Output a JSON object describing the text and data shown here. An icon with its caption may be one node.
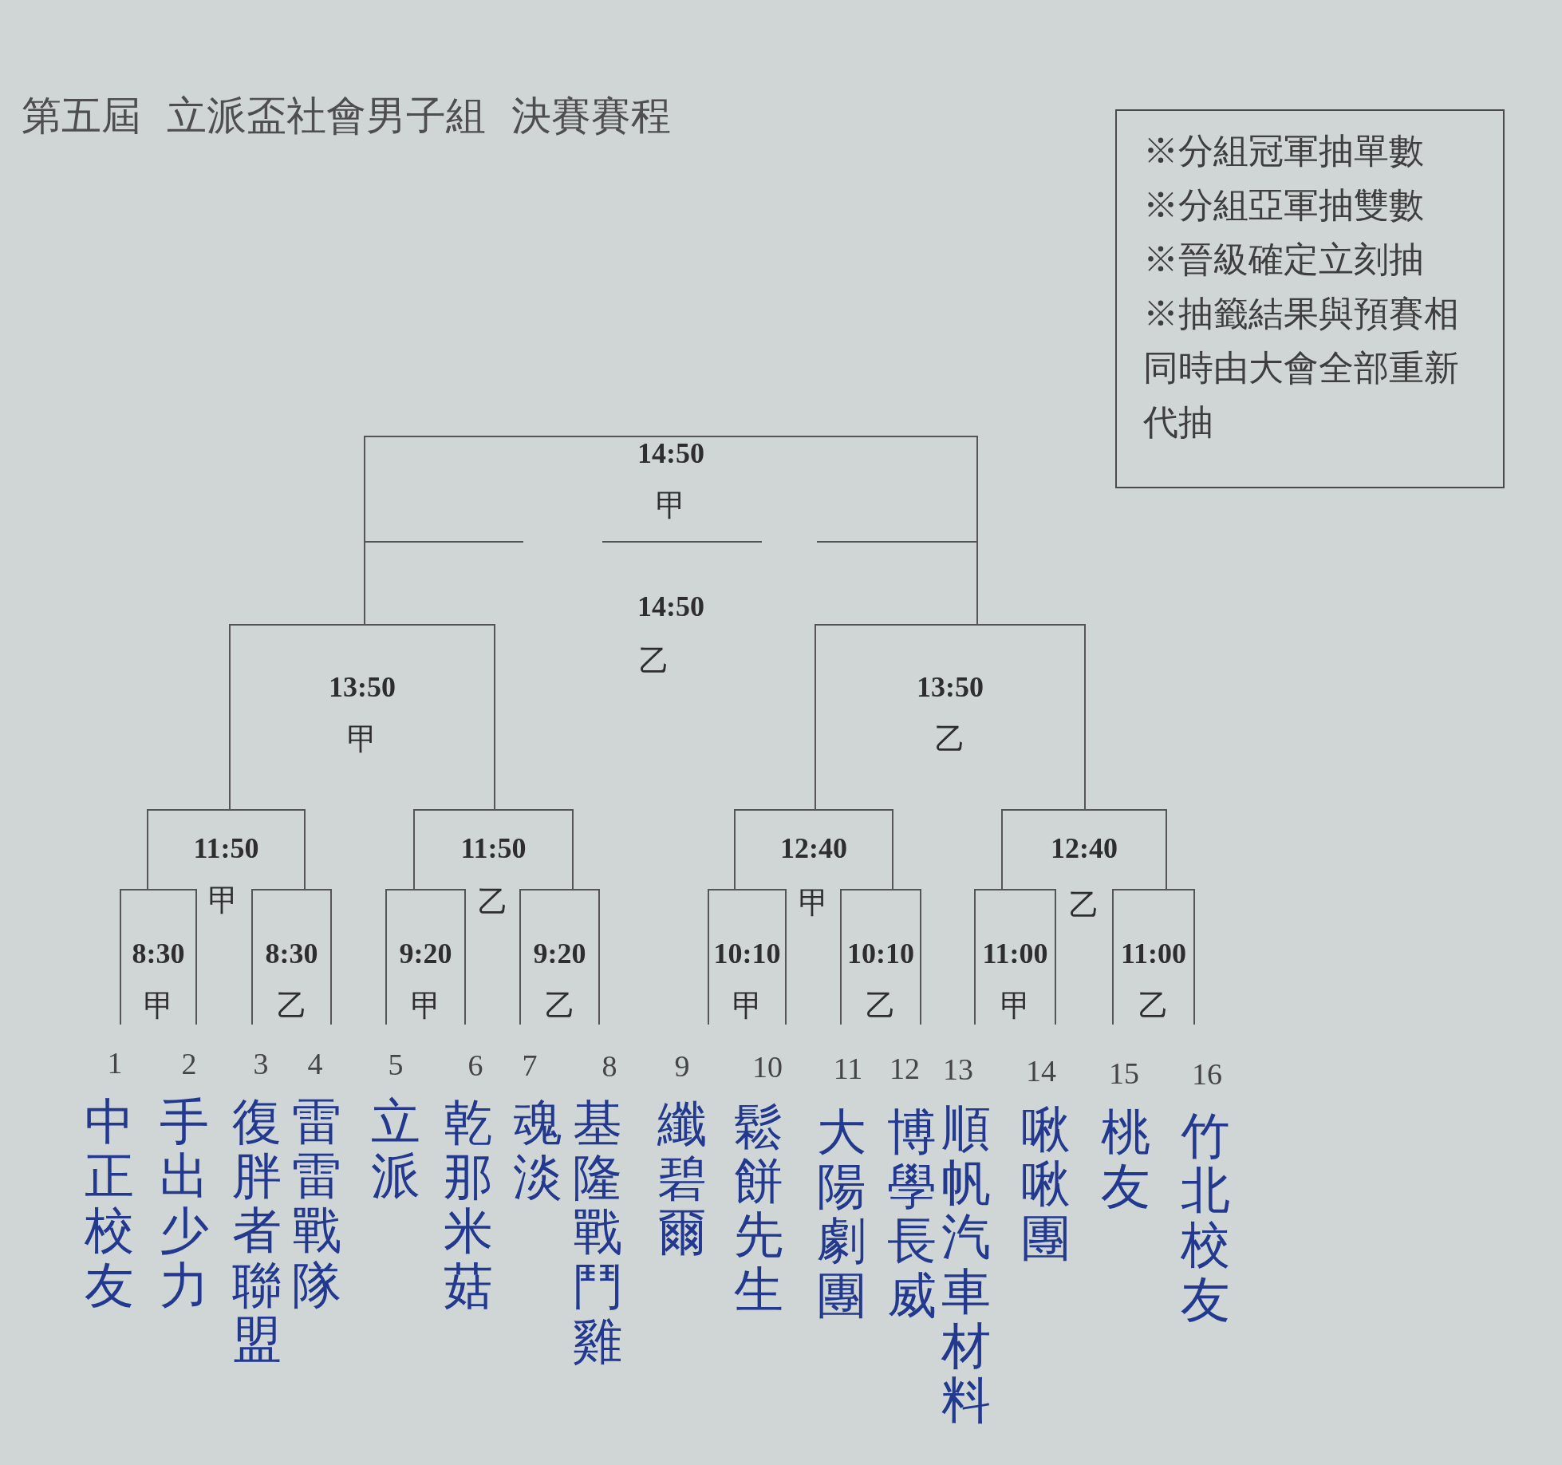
{
  "diagram": {
    "title": "第五屆 立派盃社會男子組 決賽賽程",
    "nodes": [
      {
        "text": [
          "※分組冠軍抽單數",
          "※分組亞軍抽雙數",
          "※晉級確定立刻抽",
          "※抽籤結果與預賽相同時由大會全部重新代抽"
        ]
      },
      {
        "text": [
          "14:50",
          "甲"
        ]
      },
      {
        "text": [
          "14:50"
        ],
        "beside": [
          "乙"
        ]
      },
      {
        "text": [
          "13:50",
          "甲"
        ]
      },
      {
        "text": [
          "13:50",
          "乙"
        ]
      },
      {
        "text": [
          "11:50"
        ],
        "beside": [
          "甲"
        ]
      },
      {
        "text": [
          "11:50"
        ],
        "beside": [
          "乙"
        ]
      },
      {
        "text": [
          "12:40"
        ],
        "beside": [
          "甲"
        ]
      },
      {
        "text": [
          "12:40"
        ],
        "beside": [
          "乙"
        ]
      },
      {
        "text": [
          "8:30",
          "甲"
        ]
      },
      {
        "text": [
          "8:30",
          "乙"
        ]
      },
      {
        "text": [
          "9:20",
          "甲"
        ]
      },
      {
        "text": [
          "9:20",
          "乙"
        ]
      },
      {
        "text": [
          "10:10",
          "甲"
        ]
      },
      {
        "text": [
          "10:10",
          "乙"
        ]
      },
      {
        "text": [
          "11:00",
          "甲"
        ]
      },
      {
        "text": [
          "11:00",
          "乙"
        ]
      }
    ],
    "labels": [
      "1",
      "2",
      "3",
      "4",
      "5",
      "6",
      "7",
      "8",
      "9",
      "10",
      "11",
      "12",
      "13",
      "14",
      "15",
      "16",
      "中正校友",
      "手出少力",
      "復胖者聯盟",
      "雷雷戰隊",
      "立派",
      "乾那米菇",
      "魂淡",
      "基隆戰鬥雞",
      "纖碧爾",
      "鬆餅先生",
      "大陽劇團",
      "博學長威",
      "順帆汽車材料",
      "啾啾團",
      "桃友",
      "竹北校友"
    ]
  }
}
